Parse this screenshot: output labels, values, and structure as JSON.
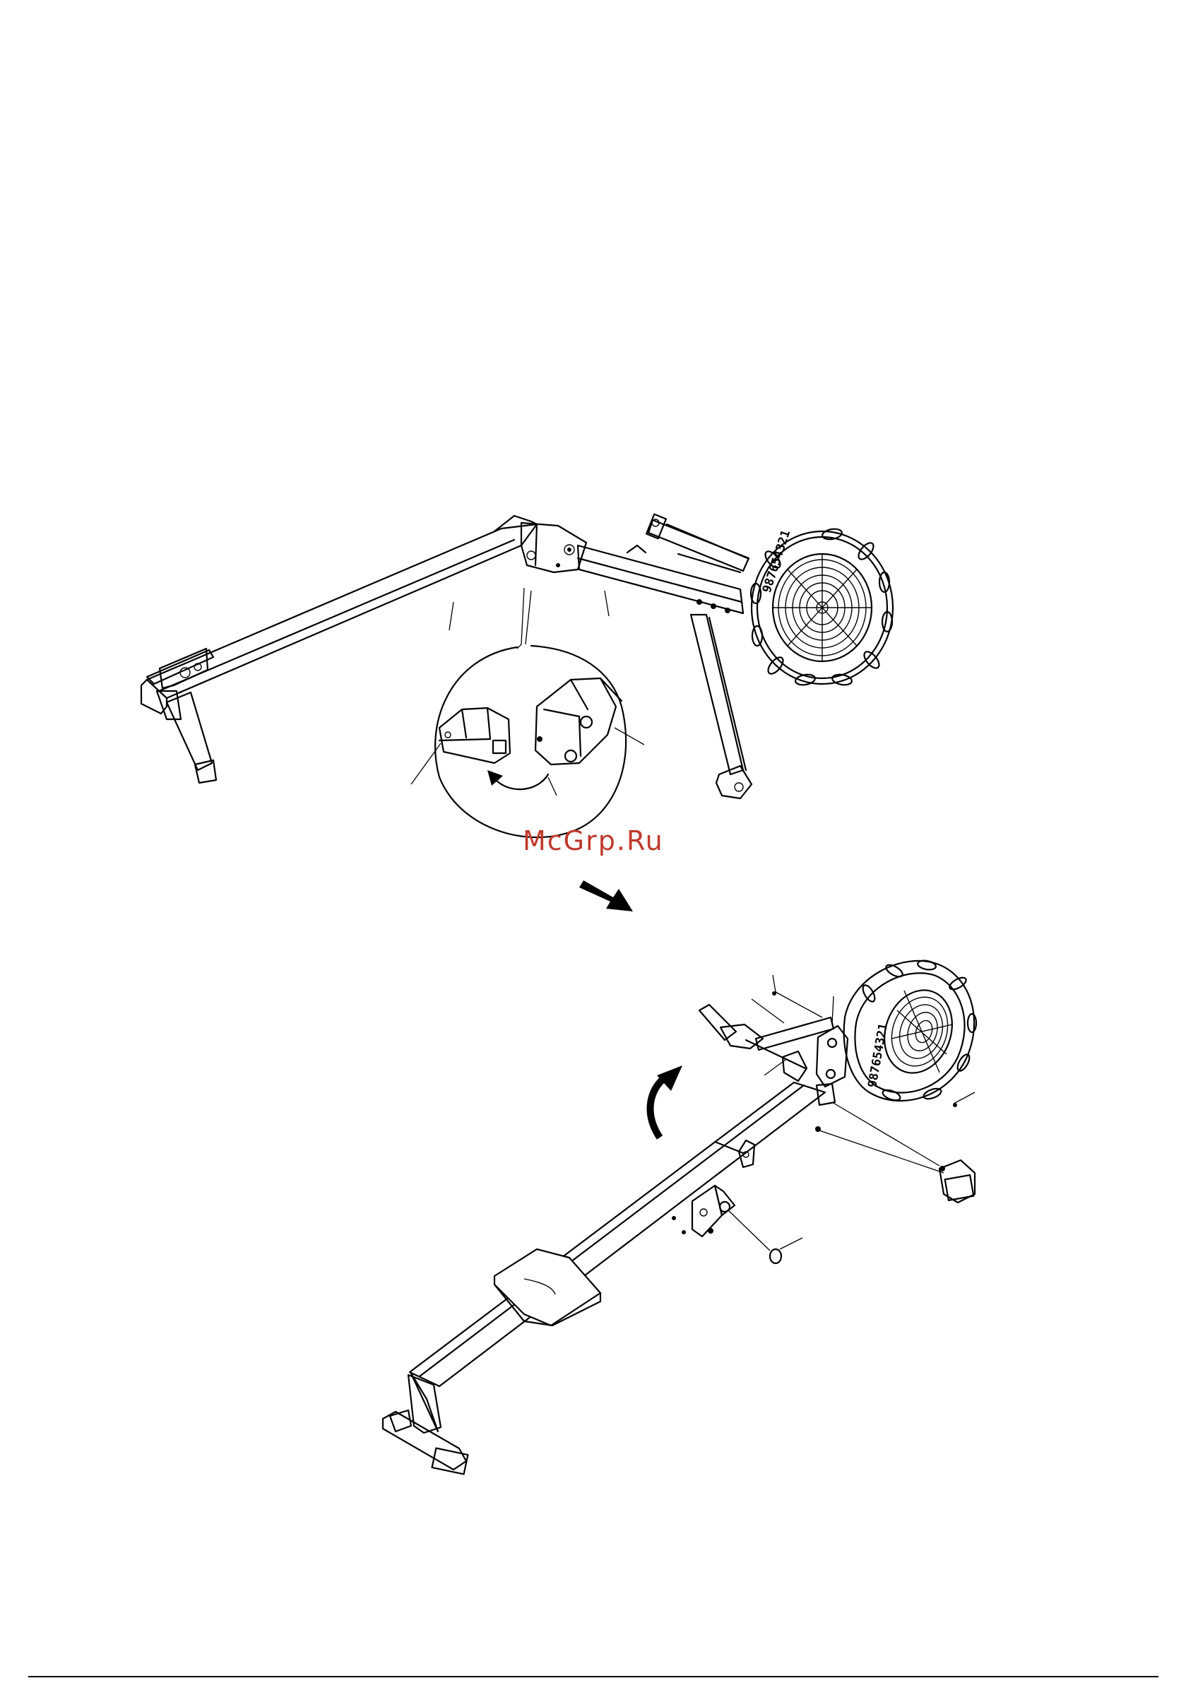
{
  "watermark": "McGrp.Ru",
  "flywheel_serial_top": "987654321",
  "flywheel_serial_bottom": "987654321",
  "colors": {
    "line": "#000000",
    "watermark": "#c0392b",
    "background": "#ffffff"
  },
  "icons": {
    "step_arrow": "arrow-down-right-icon",
    "rotate_arrow_small": "curved-arrow-icon",
    "rotate_arrow_large": "curved-arrow-up-icon"
  }
}
